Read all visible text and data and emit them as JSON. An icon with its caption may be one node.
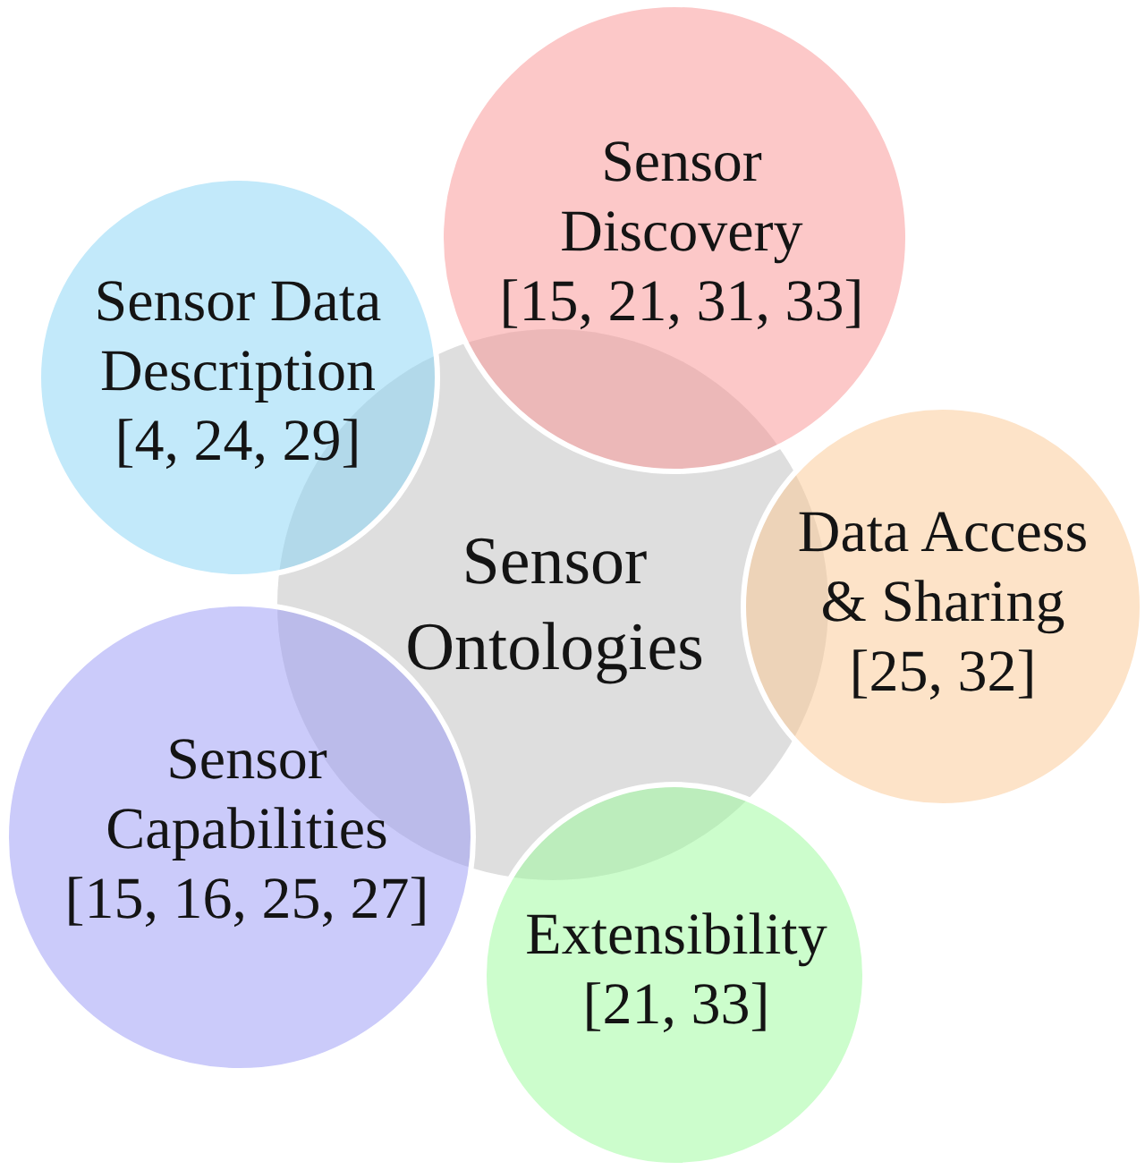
{
  "diagram": {
    "nodes": [
      {
        "text": [
          "Sensor Discovery",
          "[15, 21, 31, 33]"
        ]
      },
      {
        "text": [
          "Sensor Data Description",
          "[4, 24, 29]"
        ]
      },
      {
        "text": [
          "Sensor Ontologies"
        ]
      },
      {
        "text": [
          "Data Access & Sharing",
          "[25, 32]"
        ]
      },
      {
        "text": [
          "Sensor Capabilities",
          "[15, 16, 25, 27]"
        ]
      },
      {
        "text": [
          "Extensibility",
          "[21, 33]"
        ]
      }
    ]
  }
}
